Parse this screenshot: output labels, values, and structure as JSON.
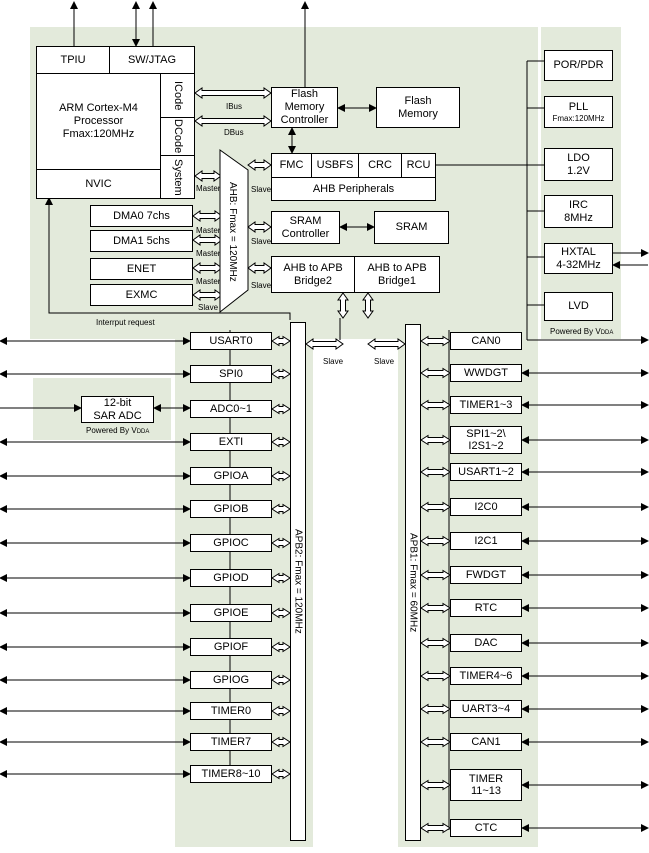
{
  "cpu": {
    "tpiu": "TPIU",
    "swjtag": "SW/JTAG",
    "core_line1": "ARM Cortex-M4",
    "core_line2": "Processor",
    "core_line3": "Fmax:120MHz",
    "nvic": "NVIC",
    "icode": "ICode",
    "dcode": "DCode",
    "system": "System"
  },
  "bus": {
    "ibus": "IBus",
    "dbus": "DBus",
    "ahb": "AHB: Fmax = 120MHz",
    "apb2": "APB2: Fmax = 120MHz",
    "apb1": "APB1: Fmax = 60MHz",
    "master": "Master",
    "slave": "Slave",
    "interrupt_request": "Interrput request"
  },
  "flash_ctrl": [
    "Flash",
    "Memory",
    "Controller"
  ],
  "flash_mem": [
    "Flash",
    "Memory"
  ],
  "ahb_periph": {
    "fmc": "FMC",
    "usbfs": "USBFS",
    "crc": "CRC",
    "rcu": "RCU",
    "label": "AHB Peripherals"
  },
  "dma0": "DMA0 7chs",
  "dma1": "DMA1 5chs",
  "enet": "ENET",
  "exmc": "EXMC",
  "sram_ctrl": [
    "SRAM",
    "Controller"
  ],
  "sram": "SRAM",
  "bridge2": [
    "AHB to APB",
    "Bridge2"
  ],
  "bridge1": [
    "AHB to APB",
    "Bridge1"
  ],
  "power": {
    "por": "POR/PDR",
    "pll": "PLL",
    "pll_fmax": "Fmax:120MHz",
    "ldo": [
      "LDO",
      "1.2V"
    ],
    "irc": [
      "IRC",
      "8MHz"
    ],
    "hxtal": [
      "HXTAL",
      "4-32MHz"
    ],
    "lvd": "LVD",
    "powered_by": "Powered By V",
    "vdda": "DDA"
  },
  "adc_block": {
    "line1": "12-bit",
    "line2": "SAR ADC",
    "powered_by": "Powered By V",
    "vdda": "DDA"
  },
  "apb2_periph": [
    "USART0",
    "SPI0",
    "ADC0~1",
    "EXTI",
    "GPIOA",
    "GPIOB",
    "GPIOC",
    "GPIOD",
    "GPIOE",
    "GPIOF",
    "GPIOG",
    "TIMER0",
    "TIMER7",
    "TIMER8~10"
  ],
  "apb1_periph": [
    "CAN0",
    "WWDGT",
    "TIMER1~3",
    "SPI1~2\\ I2S1~2",
    "USART1~2",
    "I2C0",
    "I2C1",
    "FWDGT",
    "RTC",
    "DAC",
    "TIMER4~6",
    "UART3~4",
    "CAN1",
    "TIMER 11~13",
    "CTC"
  ]
}
